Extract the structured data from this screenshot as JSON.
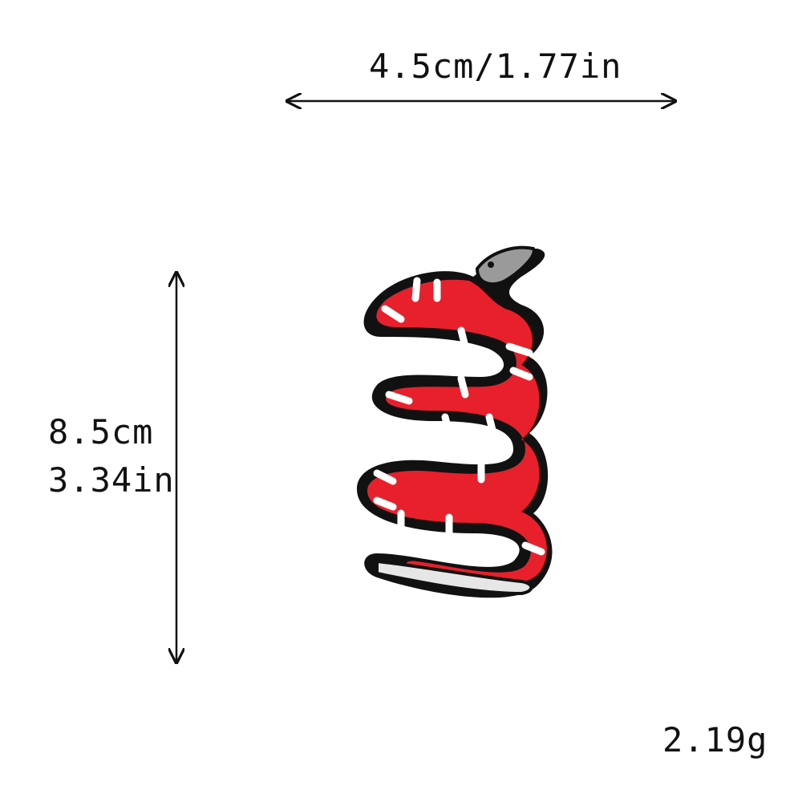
{
  "dimensions": {
    "width_label": "4.5cm/1.77in",
    "height_cm": "8.5cm",
    "height_in": "3.34in",
    "weight": "2.19g"
  },
  "product": {
    "subject": "snake-patch",
    "colors": {
      "body_red": "#e8202c",
      "stripe_white": "#ffffff",
      "outline_black": "#111111",
      "head_gray": "#9a9a9a"
    }
  }
}
